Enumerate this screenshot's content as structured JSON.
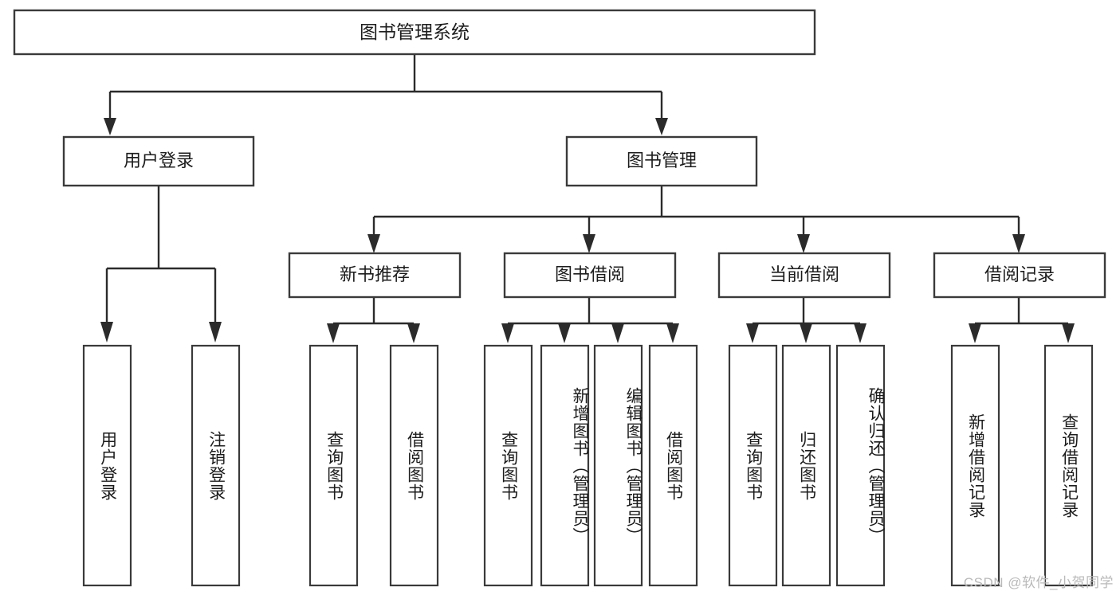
{
  "diagram": {
    "type": "hierarchy-tree",
    "title": "图书管理系统",
    "root": {
      "label": "图书管理系统",
      "children": [
        {
          "label": "用户登录",
          "children": [
            {
              "label": "用户登录"
            },
            {
              "label": "注销登录"
            }
          ]
        },
        {
          "label": "图书管理",
          "children": [
            {
              "label": "新书推荐",
              "children": [
                {
                  "label": "查询图书"
                },
                {
                  "label": "借阅图书"
                }
              ]
            },
            {
              "label": "图书借阅",
              "children": [
                {
                  "label": "查询图书"
                },
                {
                  "label": "新增图书（管理员）"
                },
                {
                  "label": "编辑图书（管理员）"
                },
                {
                  "label": "借阅图书"
                }
              ]
            },
            {
              "label": "当前借阅",
              "children": [
                {
                  "label": "查询图书"
                },
                {
                  "label": "归还图书"
                },
                {
                  "label": "确认归还（管理员）"
                }
              ]
            },
            {
              "label": "借阅记录",
              "children": [
                {
                  "label": "新增借阅记录"
                },
                {
                  "label": "查询借阅记录"
                }
              ]
            }
          ]
        }
      ]
    }
  },
  "nodes": {
    "root": {
      "label": "图书管理系统"
    },
    "l1": [
      {
        "label": "用户登录"
      },
      {
        "label": "图书管理"
      }
    ],
    "l2": [
      {
        "label": "新书推荐"
      },
      {
        "label": "图书借阅"
      },
      {
        "label": "当前借阅"
      },
      {
        "label": "借阅记录"
      }
    ],
    "leaves": [
      {
        "label": "用户登录"
      },
      {
        "label": "注销登录"
      },
      {
        "label": "查询图书"
      },
      {
        "label": "借阅图书"
      },
      {
        "label": "查询图书"
      },
      {
        "label": "新增图书（管理员）"
      },
      {
        "label": "编辑图书（管理员）"
      },
      {
        "label": "借阅图书"
      },
      {
        "label": "查询图书"
      },
      {
        "label": "归还图书"
      },
      {
        "label": "确认归还（管理员）"
      },
      {
        "label": "新增借阅记录"
      },
      {
        "label": "查询借阅记录"
      }
    ]
  },
  "watermark": {
    "text": "CSDN @软件_小贺同学"
  },
  "colors": {
    "box_stroke": "#3a3a3a",
    "connector": "#2b2b2b",
    "text": "#1c1c1c",
    "background": "#ffffff",
    "watermark": "#b9b9b9"
  }
}
